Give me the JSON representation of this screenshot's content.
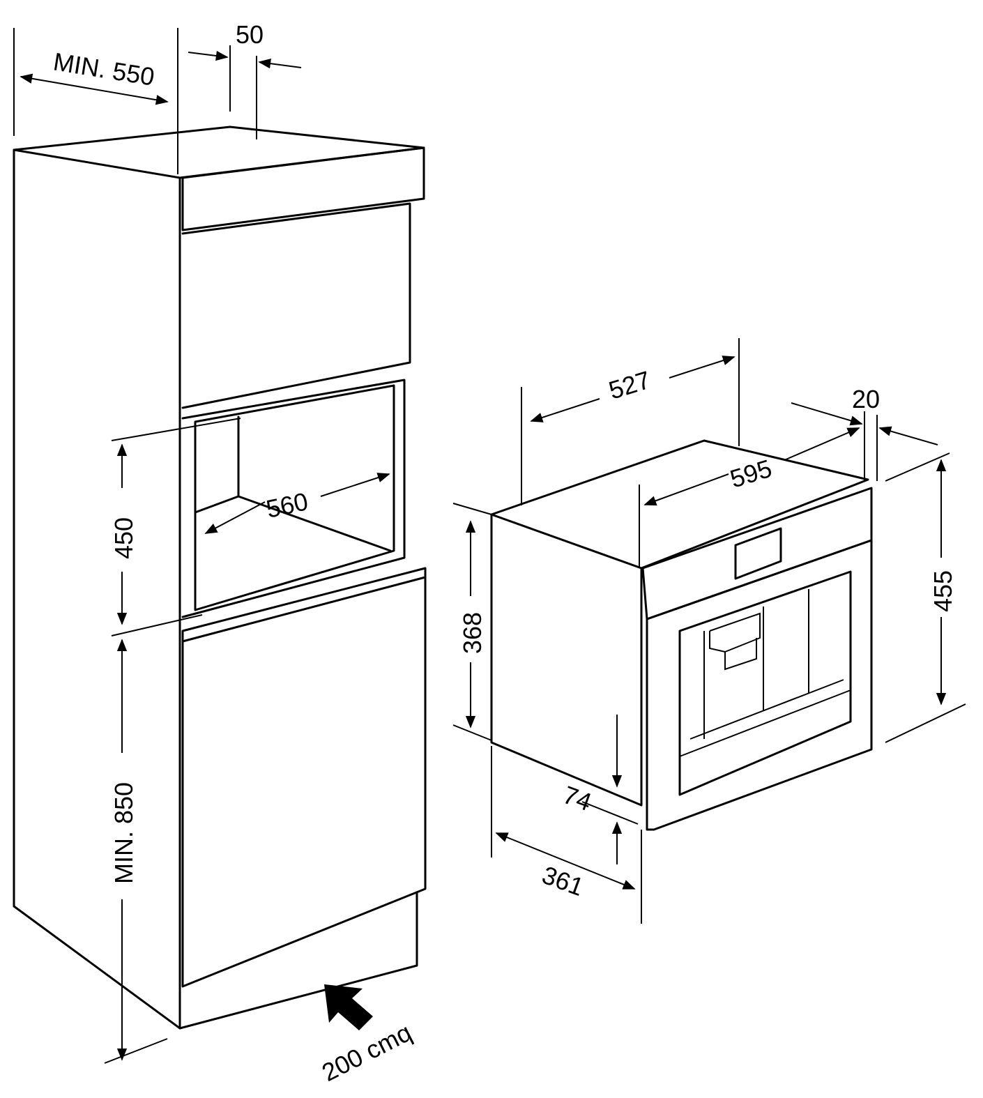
{
  "colors": {
    "line": "#000000",
    "background": "#ffffff"
  },
  "column_unit": {
    "dim_min_depth": "MIN. 550",
    "dim_gap": "50",
    "dim_niche_height": "450",
    "dim_niche_width": "560",
    "dim_min_height": "MIN. 850",
    "dim_ventilation": "200 cmq"
  },
  "appliance": {
    "dim_body_depth": "527",
    "dim_front_thickness": "20",
    "dim_width": "595",
    "dim_height": "455",
    "dim_body_height": "368",
    "dim_bottom_offset": "74",
    "dim_lower_depth": "361"
  }
}
